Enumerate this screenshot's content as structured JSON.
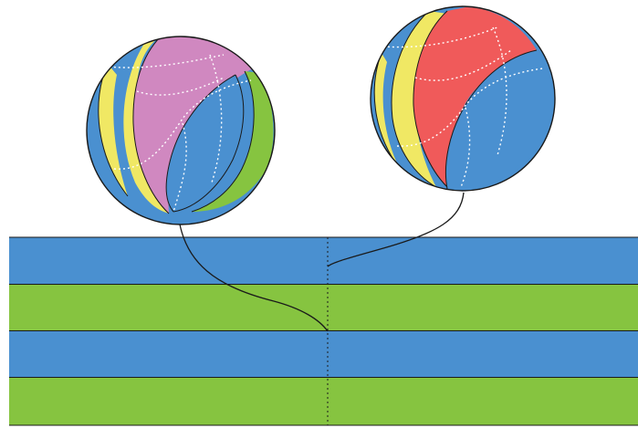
{
  "colors": {
    "background": "#ffffff",
    "stripe_blue": "#4a90d0",
    "stripe_green": "#86c440",
    "ball_yellow": "#f0e864",
    "ball_pink": "#d088c0",
    "ball_red": "#f05a5a",
    "ball_blue": "#4a90d0",
    "ball_green": "#86c440",
    "outline": "#1a1a1a",
    "seam": "#ffffff"
  },
  "stripes": [
    {
      "name": "stripe-1",
      "color": "blue"
    },
    {
      "name": "stripe-2",
      "color": "green"
    },
    {
      "name": "stripe-3",
      "color": "blue"
    },
    {
      "name": "stripe-4",
      "color": "green"
    }
  ],
  "balls": [
    {
      "name": "left-ball",
      "panels": [
        "blue",
        "yellow",
        "pink",
        "blue",
        "green"
      ]
    },
    {
      "name": "right-ball",
      "panels": [
        "blue",
        "yellow",
        "red",
        "blue"
      ]
    }
  ]
}
